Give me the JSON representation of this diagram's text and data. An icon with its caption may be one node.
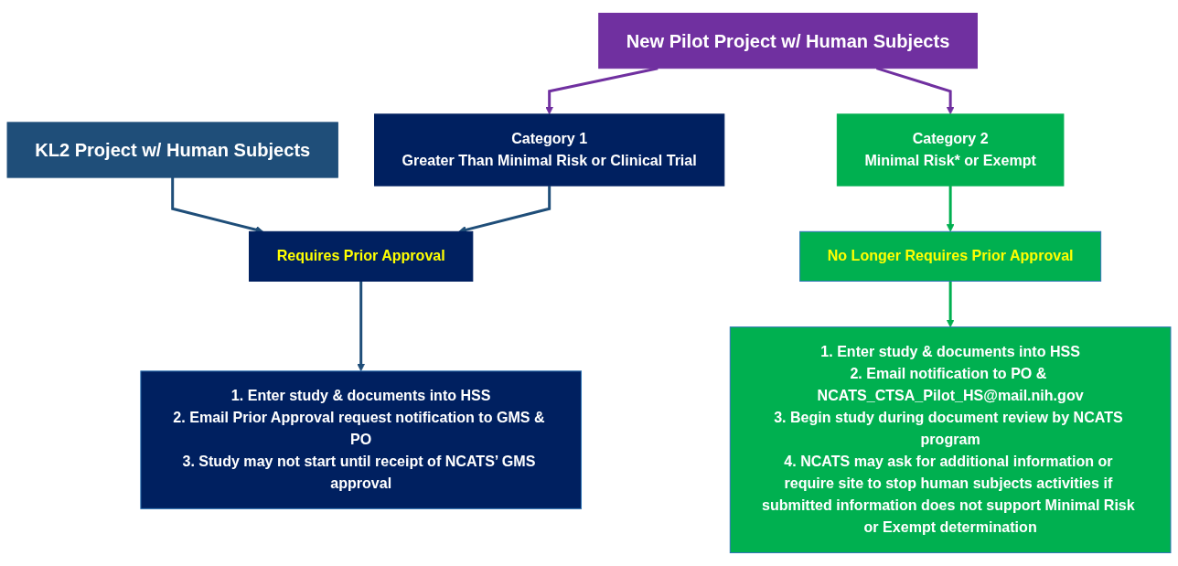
{
  "diagram": {
    "nodes": [
      {
        "text": [
          "KL2 Project w/ Human Subjects"
        ]
      },
      {
        "text": [
          "New Pilot Project w/ Human Subjects"
        ]
      },
      {
        "text": [
          "Category 1",
          "Greater Than Minimal Risk or Clinical Trial"
        ]
      },
      {
        "text": [
          "Category 2",
          "Minimal Risk* or Exempt"
        ]
      },
      {
        "text": [
          "Requires Prior Approval"
        ]
      },
      {
        "text": [
          "No Longer Requires Prior Approval"
        ]
      },
      {
        "text": [
          "1. Enter study & documents into HSS",
          "2. Email Prior Approval request notification to GMS & PO",
          "3. Study may not start until receipt of NCATS’ GMS approval"
        ]
      },
      {
        "text": [
          "1. Enter study & documents into HSS",
          "2. Email notification to PO & NCATS_CTSA_Pilot_HS@mail.nih.gov",
          "3. Begin study during document review by NCATS program",
          "4. NCATS may ask for additional information or require site to stop human subjects activities if submitted information does not support Minimal Risk or Exempt determination"
        ]
      }
    ],
    "edges": [
      {
        "from": 0,
        "to": 4,
        "arrow": "to"
      },
      {
        "from": 1,
        "to": 2,
        "arrow": "to",
        "color": "#7030a0"
      },
      {
        "from": 1,
        "to": 3,
        "arrow": "to",
        "color": "#7030a0"
      },
      {
        "from": 2,
        "to": 4,
        "arrow": "to"
      },
      {
        "from": 3,
        "to": 5,
        "arrow": "to",
        "color": "#00b050"
      },
      {
        "from": 4,
        "to": 6,
        "arrow": "to"
      },
      {
        "from": 5,
        "to": 7,
        "arrow": "to",
        "color": "#00b050"
      }
    ]
  }
}
